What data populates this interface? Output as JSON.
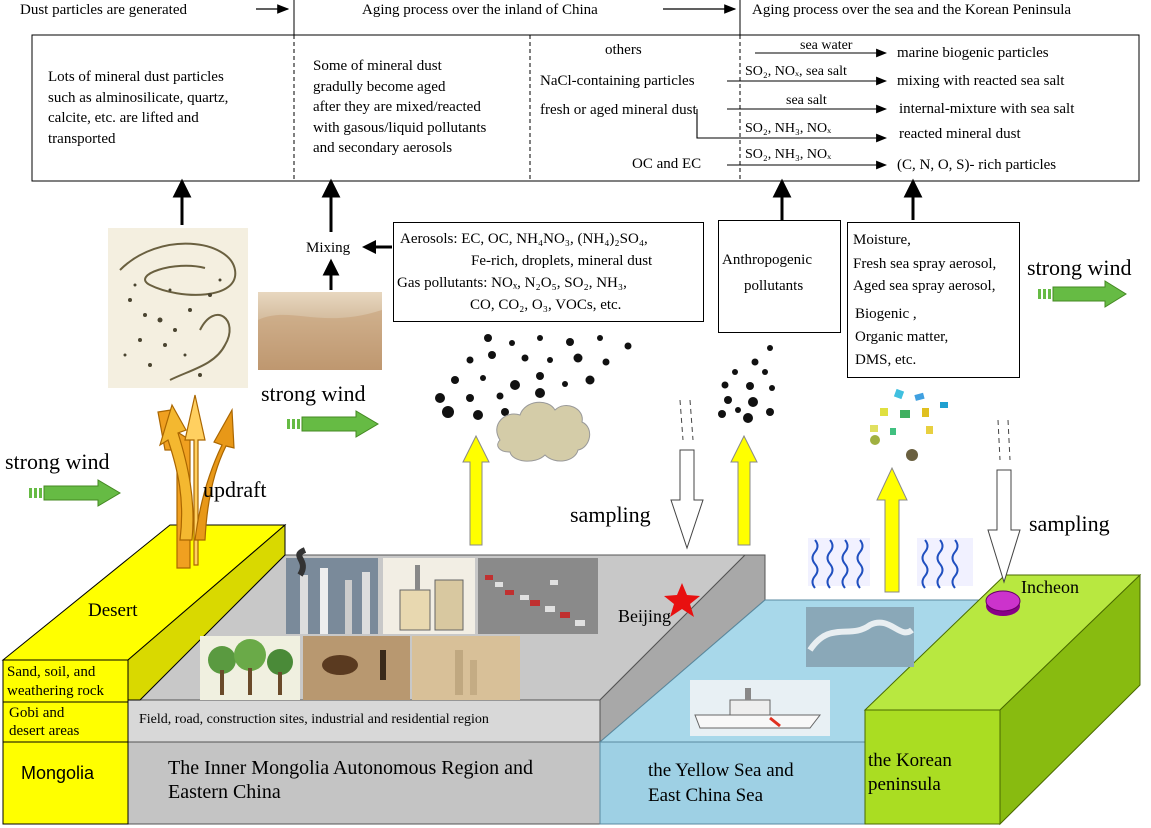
{
  "header": {
    "col1": "Dust particles are generated",
    "col2": "Aging process over the inland of China",
    "col3": "Aging process over the sea and the Korean Peninsula"
  },
  "boxes": {
    "source_text": "Lots of mineral dust particles\nsuch as alminosilicate, quartz,\ncalcite, etc. are lifted and\ntransported",
    "aging_text": "Some of mineral dust\ngradully become aged\nafter they are mixed/reacted\nwith gasous/liquid pollutants\nand secondary aerosols",
    "inputs": {
      "others": "others",
      "nacl": "NaCl-containing particles",
      "mineral": "fresh or aged mineral dust",
      "ocec": "OC and EC"
    },
    "reactants": {
      "seawater": "sea water",
      "so2_nox_salt": "SO₂, NOₓ, sea salt",
      "seasalt": "sea salt",
      "so2_nh3_nox_a": "SO₂, NH₃, NOₓ",
      "so2_nh3_nox_b": "SO₂, NH₃, NOₓ"
    },
    "outputs": {
      "marine": "marine biogenic particles",
      "mixing": "mixing with reacted sea salt",
      "internal": "internal-mixture with sea salt",
      "reacted": "reacted mineral dust",
      "cnos": "(C, N, O, S)- rich particles"
    }
  },
  "aerosols_box": {
    "line1": "Aerosols: EC, OC, NH₄NO₃, (NH₄)₂SO₄,",
    "line2": "Fe-rich, droplets, mineral dust",
    "line3": "Gas pollutants: NOₓ, N₂O₅, SO₂, NH₃,",
    "line4": "CO, CO₂, O₃, VOCs, etc."
  },
  "anthro_box": {
    "line1": "Anthropogenic",
    "line2": "pollutants"
  },
  "marine_box": {
    "lines": [
      "Moisture,",
      "Fresh sea spray aerosol,",
      "Aged sea spray aerosol,",
      "Biogenic ,",
      "Organic matter,",
      "DMS, etc."
    ]
  },
  "labels": {
    "mixing": "Mixing",
    "strong_wind_1": "strong wind",
    "strong_wind_2": "strong wind",
    "strong_wind_3": "strong wind",
    "updraft": "updraft",
    "sampling_1": "sampling",
    "sampling_2": "sampling"
  },
  "terrain": {
    "desert": "Desert",
    "sand": "Sand, soil, and\nweathering rock",
    "gobi": "Gobi and\ndesert areas",
    "mongolia": "Mongolia",
    "field": "Field, road, construction sites, industrial and residential region",
    "inner_mongolia": "The Inner Mongolia Autonomous Region and\nEastern China",
    "beijing": "Beijing",
    "yellow_sea": "the Yellow Sea and\nEast China Sea",
    "incheon": "Incheon",
    "korea": "the Korean\npeninsula"
  },
  "colors": {
    "desert_yellow": "#ffff00",
    "gray_top": "#c8c8c8",
    "gray_front": "#c0c0c0",
    "sea": "#a8d8ea",
    "korea_green": "#aadd22",
    "wind_green": "#66bb44",
    "updraft_orange": "#f0a020",
    "arrow_yellow": "#ffff00"
  }
}
